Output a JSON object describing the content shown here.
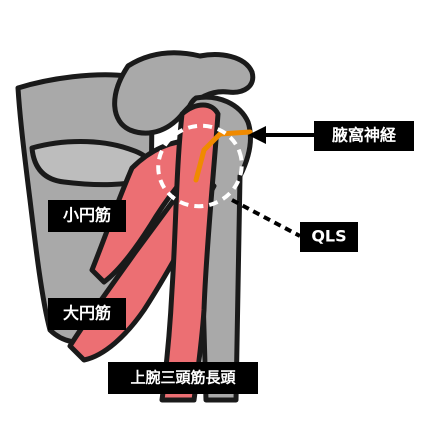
{
  "labels": {
    "axillary_nerve": "腋窩神経",
    "qls": "QLS",
    "teres_minor": "小円筋",
    "teres_major": "大円筋",
    "triceps_long_head": "上腕三頭筋長頭"
  },
  "colors": {
    "bone": "#a9a9a9",
    "bone_light": "#bdbdbd",
    "muscle": "#ec6f73",
    "nerve": "#f08a00",
    "outline": "#1a1a1a",
    "label_bg": "#000000",
    "label_fg": "#ffffff"
  }
}
